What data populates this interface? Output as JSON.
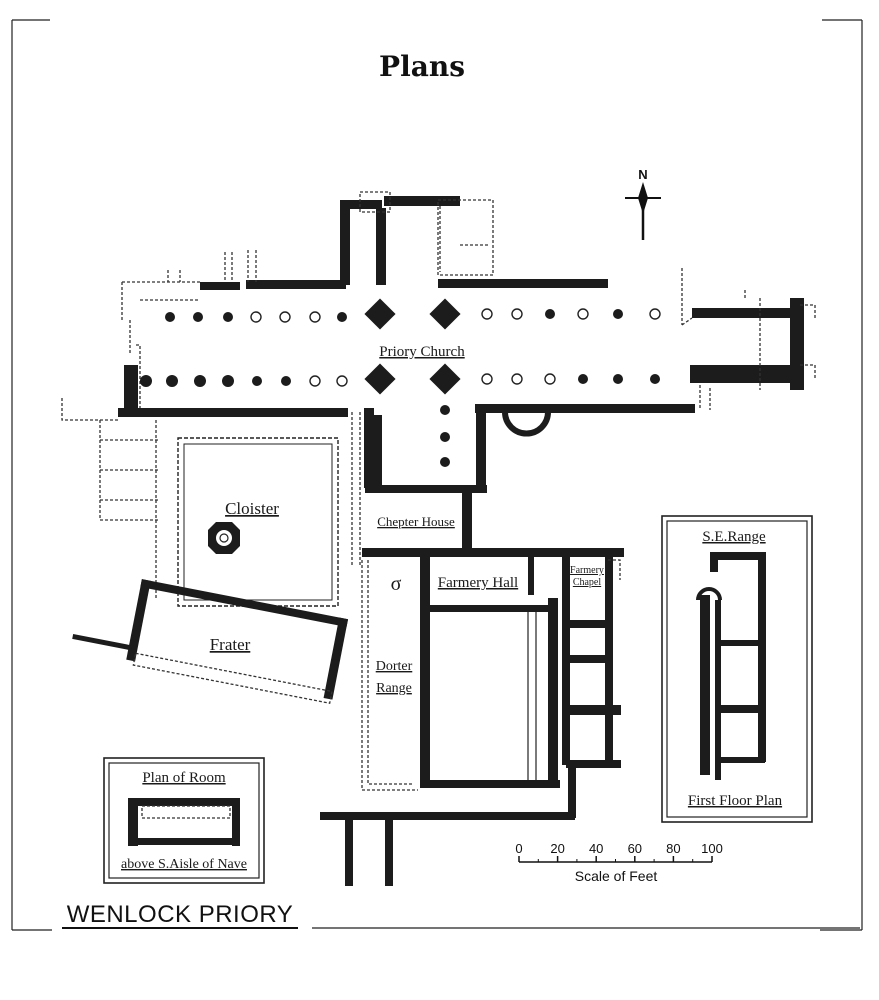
{
  "title": "Plans",
  "site_name": "WENLOCK PRIORY",
  "north_label": "N",
  "rooms": {
    "church": "Priory Church",
    "cloister": "Cloister",
    "chapter_house": "Chepter House",
    "farmery_hall": "Farmery Hall",
    "farmery_chapel_1": "Farmery",
    "farmery_chapel_2": "Chapel",
    "frater": "Frater",
    "dorter_1": "Dorter",
    "dorter_2": "Range"
  },
  "se_range": {
    "title": "S.E.Range",
    "caption": "First Floor Plan"
  },
  "room_above": {
    "title": "Plan of Room",
    "caption": "above S.Aisle of Nave"
  },
  "scale": {
    "ticks": [
      "0",
      "20",
      "40",
      "60",
      "80",
      "100"
    ],
    "label": "Scale of Feet"
  }
}
